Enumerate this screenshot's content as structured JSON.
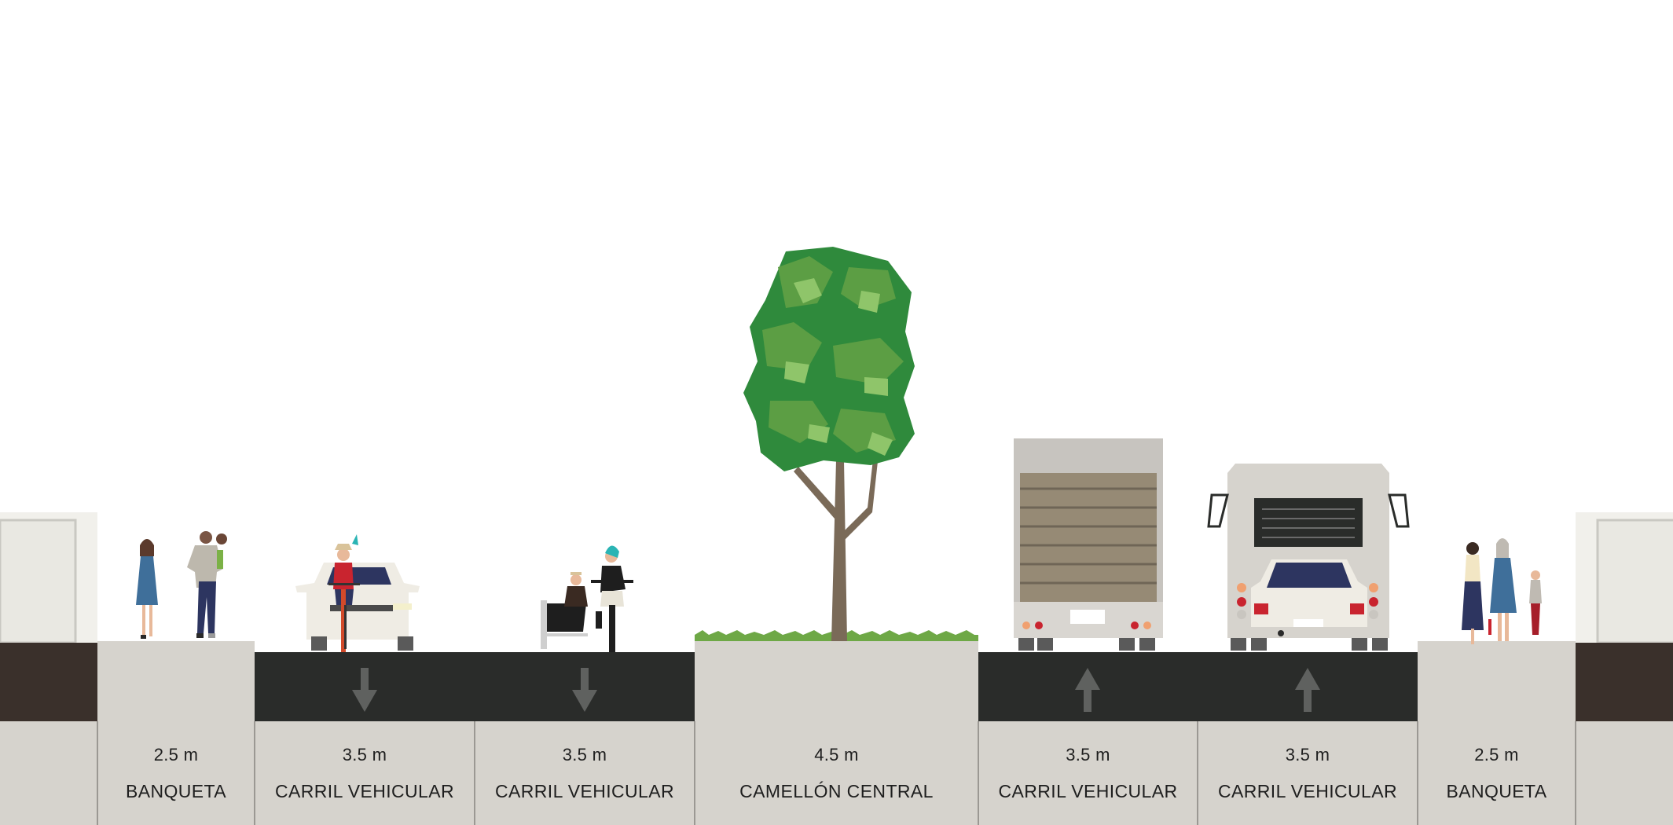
{
  "colors": {
    "sidewalk": "#d6d3cd",
    "asphalt": "#2a2c2a",
    "building_base": "#3a302b",
    "building": "#efeee9",
    "arrow": "#5f615f",
    "label_bg": "#d6d3cd",
    "label_divider": "#9b9893",
    "tree_dark": "#2f8a3c",
    "tree_mid": "#5c9e44",
    "tree_light": "#8fc56a",
    "trunk": "#7a6a58",
    "grass": "#6ea846"
  },
  "segments": [
    {
      "id": "left-sidewalk",
      "width": "2.5 m",
      "name": "BANQUETA",
      "kind": "sidewalk"
    },
    {
      "id": "lane-1",
      "width": "3.5 m",
      "name": "CARRIL VEHICULAR",
      "kind": "lane",
      "direction": "down"
    },
    {
      "id": "lane-2",
      "width": "3.5 m",
      "name": "CARRIL VEHICULAR",
      "kind": "lane",
      "direction": "down"
    },
    {
      "id": "median",
      "width": "4.5 m",
      "name": "CAMELLÓN CENTRAL",
      "kind": "median"
    },
    {
      "id": "lane-3",
      "width": "3.5 m",
      "name": "CARRIL VEHICULAR",
      "kind": "lane",
      "direction": "up"
    },
    {
      "id": "lane-4",
      "width": "3.5 m",
      "name": "CARRIL VEHICULAR",
      "kind": "lane",
      "direction": "up"
    },
    {
      "id": "right-sidewalk",
      "width": "2.5 m",
      "name": "BANQUETA",
      "kind": "sidewalk"
    }
  ]
}
